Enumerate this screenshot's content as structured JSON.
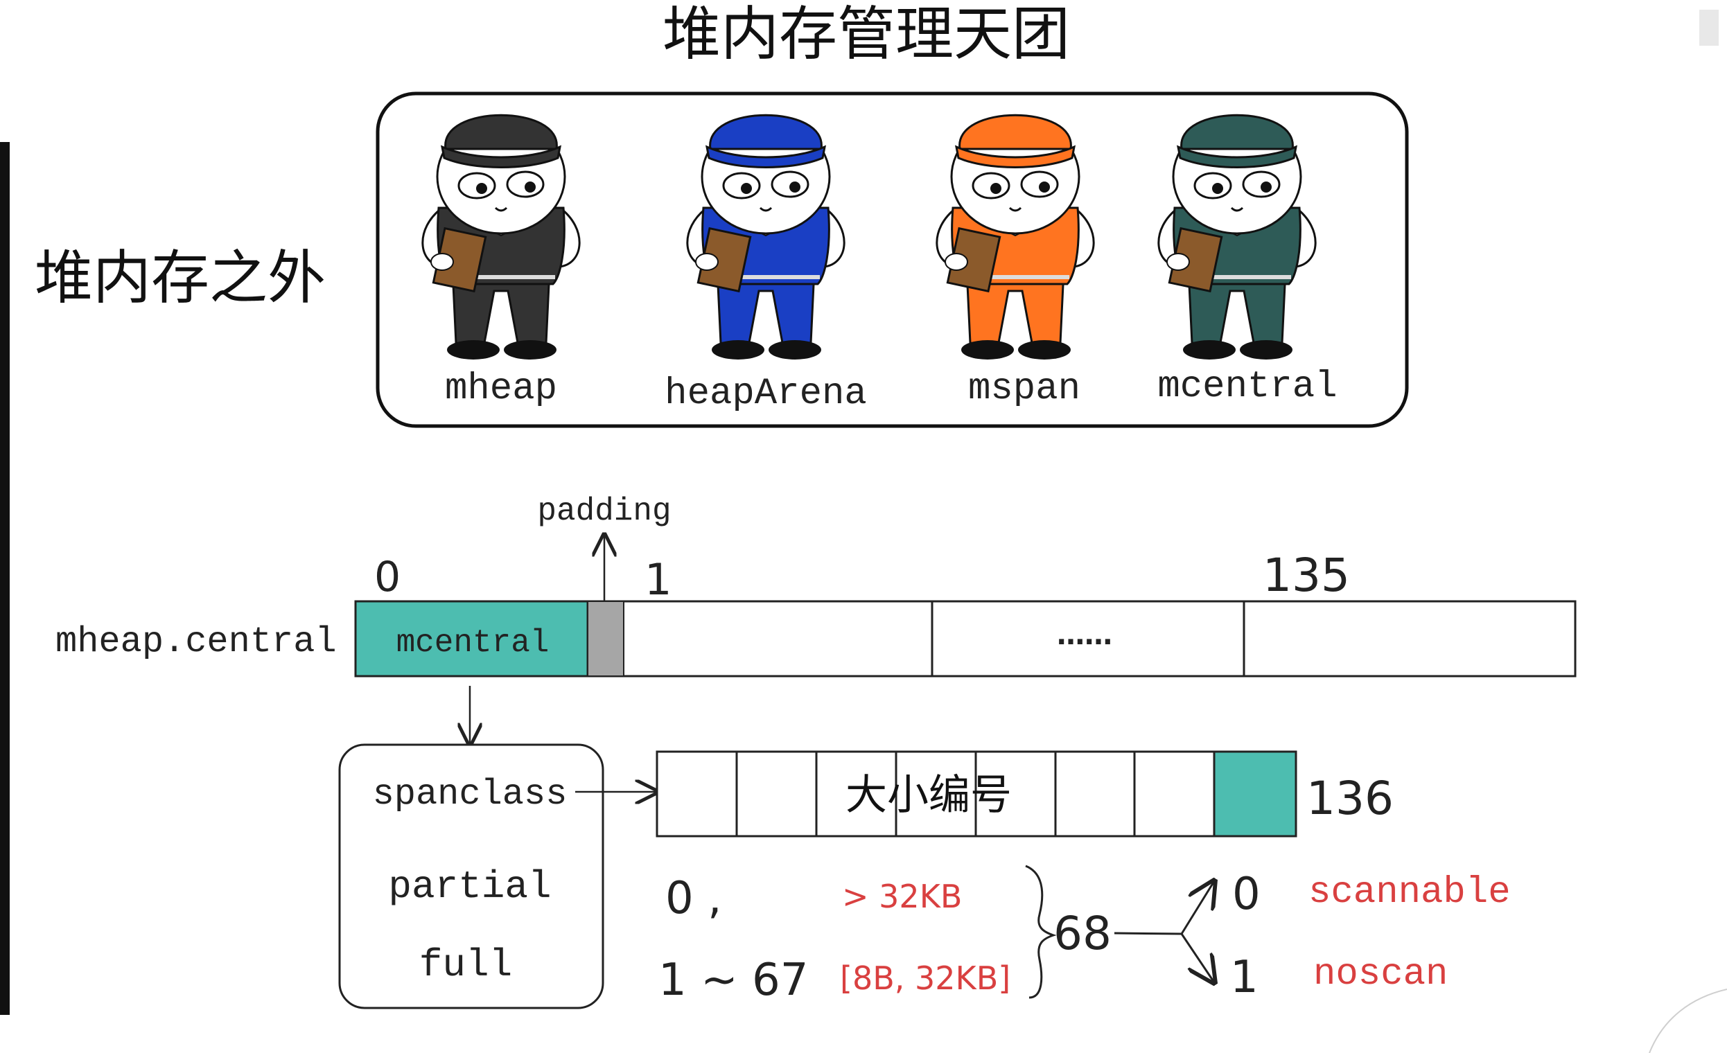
{
  "title": "堆内存管理天团",
  "watermark": "",
  "side_label": "堆内存之外",
  "characters": [
    {
      "name": "mheap",
      "color": "#333333"
    },
    {
      "name": "heapArena",
      "color": "#1a3fc4"
    },
    {
      "name": "mspan",
      "color": "#ff7420"
    },
    {
      "name": "mcentral",
      "color": "#2e5b57"
    }
  ],
  "central_array": {
    "label": "mheap.central",
    "index_first": "0",
    "index_second": "1",
    "index_last": "135",
    "padding_label": "padding",
    "first_cell": "mcentral",
    "ellipsis": "……",
    "fill_color": "#4dbdb0",
    "padding_color": "#a6a6a6"
  },
  "mcentral_struct": {
    "fields": [
      "spanclass",
      "partial",
      "full"
    ]
  },
  "spanclass_bits": {
    "label": "大小编号",
    "size_text": "136",
    "fill_color": "#4dbdb0"
  },
  "size_ranges": [
    {
      "id": "0 ,",
      "range": "> 32KB"
    },
    {
      "id": "1 ~ 67",
      "range": "[8B, 32KB]"
    }
  ],
  "class_count": "68",
  "scan_flags": [
    {
      "bit": "0",
      "label": "scannable"
    },
    {
      "bit": "1",
      "label": "noscan"
    }
  ],
  "accent_red": "#d94040"
}
